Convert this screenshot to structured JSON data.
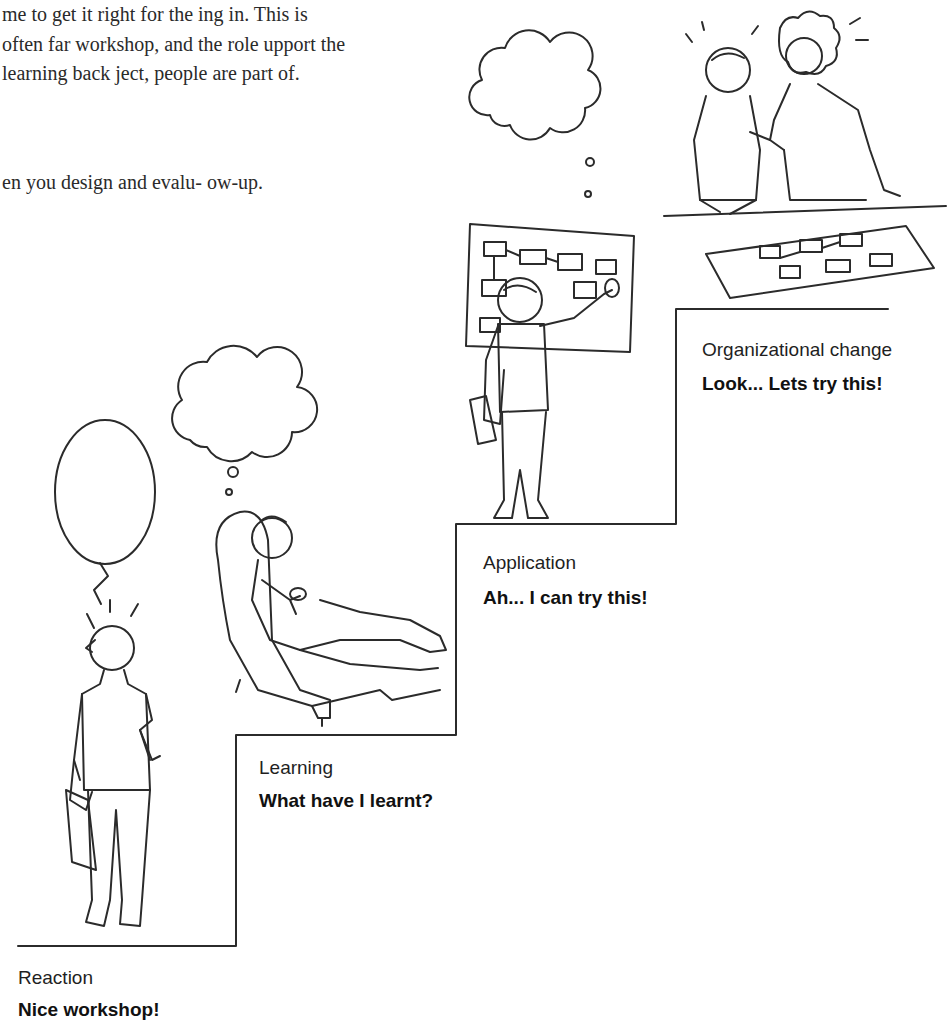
{
  "diagram": {
    "labels": [
      "me to get it right for the ing in. This is often far workshop, and the role upport the learning back ject, people are part of.",
      "en you design and evalu- ow-up.",
      "Organizational change",
      "Look... Lets try this!",
      "Application",
      "Ah... I can try this!",
      "Learning",
      "What have I learnt?",
      "Reaction",
      "Nice workshop!"
    ]
  }
}
